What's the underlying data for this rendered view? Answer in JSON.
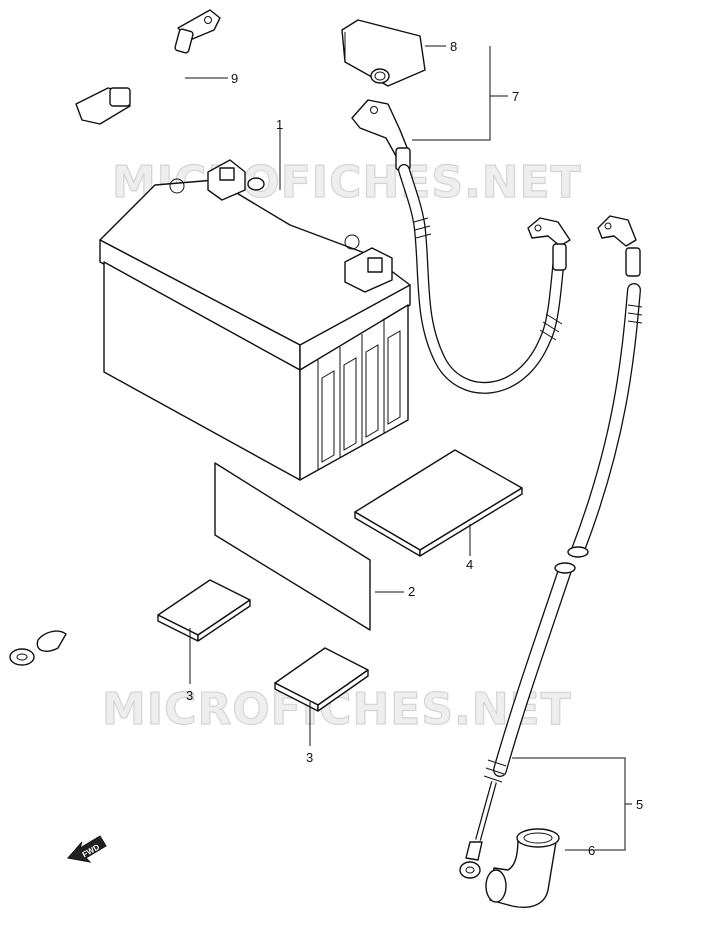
{
  "watermark": {
    "text": "MICROFICHES.NET",
    "color": "#d4d4d4"
  },
  "fwd_label": "FWD",
  "callouts": [
    {
      "id": "p1",
      "label": "1"
    },
    {
      "id": "p2",
      "label": "2"
    },
    {
      "id": "p3a",
      "label": "3"
    },
    {
      "id": "p3b",
      "label": "3"
    },
    {
      "id": "p4",
      "label": "4"
    },
    {
      "id": "p5",
      "label": "5"
    },
    {
      "id": "p6",
      "label": "6"
    },
    {
      "id": "p7",
      "label": "7"
    },
    {
      "id": "p8",
      "label": "8"
    },
    {
      "id": "p9",
      "label": "9"
    }
  ],
  "colors": {
    "line": "#111111",
    "fill": "#ffffff"
  }
}
